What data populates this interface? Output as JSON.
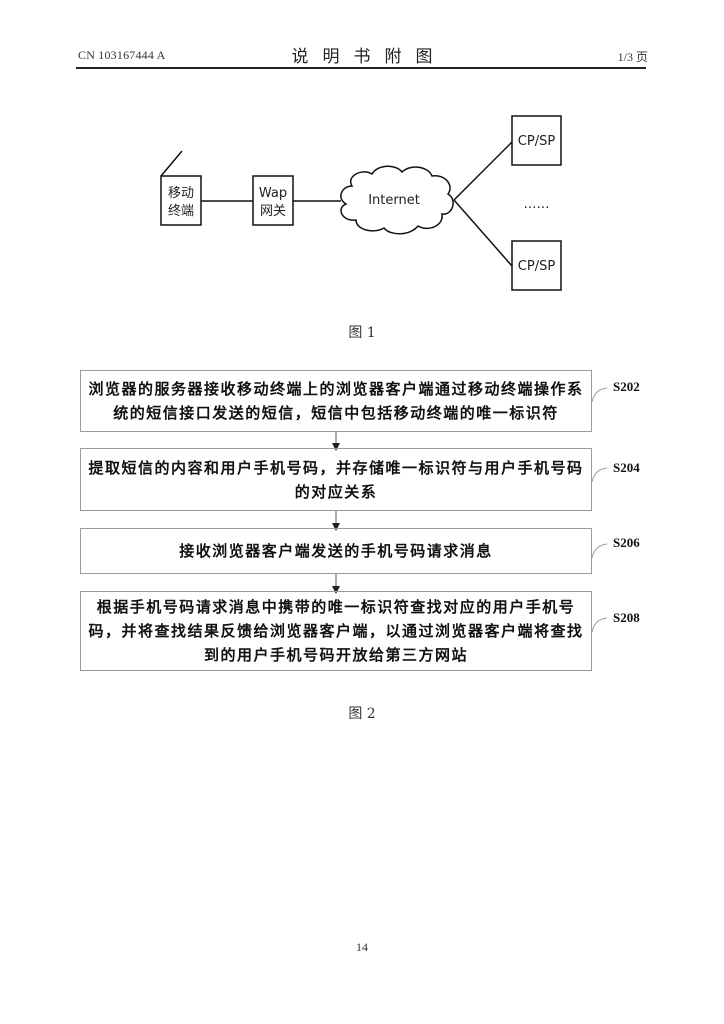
{
  "header": {
    "publication_number": "CN 103167444 A",
    "title": "说明书附图",
    "page_indicator": "1/3 页"
  },
  "figure1": {
    "caption": "图 1",
    "nodes": {
      "mobile_terminal": [
        "移动",
        "终端"
      ],
      "wap_gateway": [
        "Wap",
        "网关"
      ],
      "internet": "Internet",
      "cpsp_top": "CP/SP",
      "ellipsis": "……",
      "cpsp_bottom": "CP/SP"
    }
  },
  "figure2": {
    "caption": "图 2",
    "steps": [
      {
        "id": "S202",
        "text": "浏览器的服务器接收移动终端上的浏览器客户端通过移动终端操作系统的短信接口发送的短信，短信中包括移动终端的唯一标识符"
      },
      {
        "id": "S204",
        "text": "提取短信的内容和用户手机号码，并存储唯一标识符与用户手机号码的对应关系"
      },
      {
        "id": "S206",
        "text": "接收浏览器客户端发送的手机号码请求消息"
      },
      {
        "id": "S208",
        "text": "根据手机号码请求消息中携带的唯一标识符查找对应的用户手机号码，并将查找结果反馈给浏览器客户端，以通过浏览器客户端将查找到的用户手机号码开放给第三方网站"
      }
    ]
  },
  "footer": {
    "page_number": "14"
  }
}
